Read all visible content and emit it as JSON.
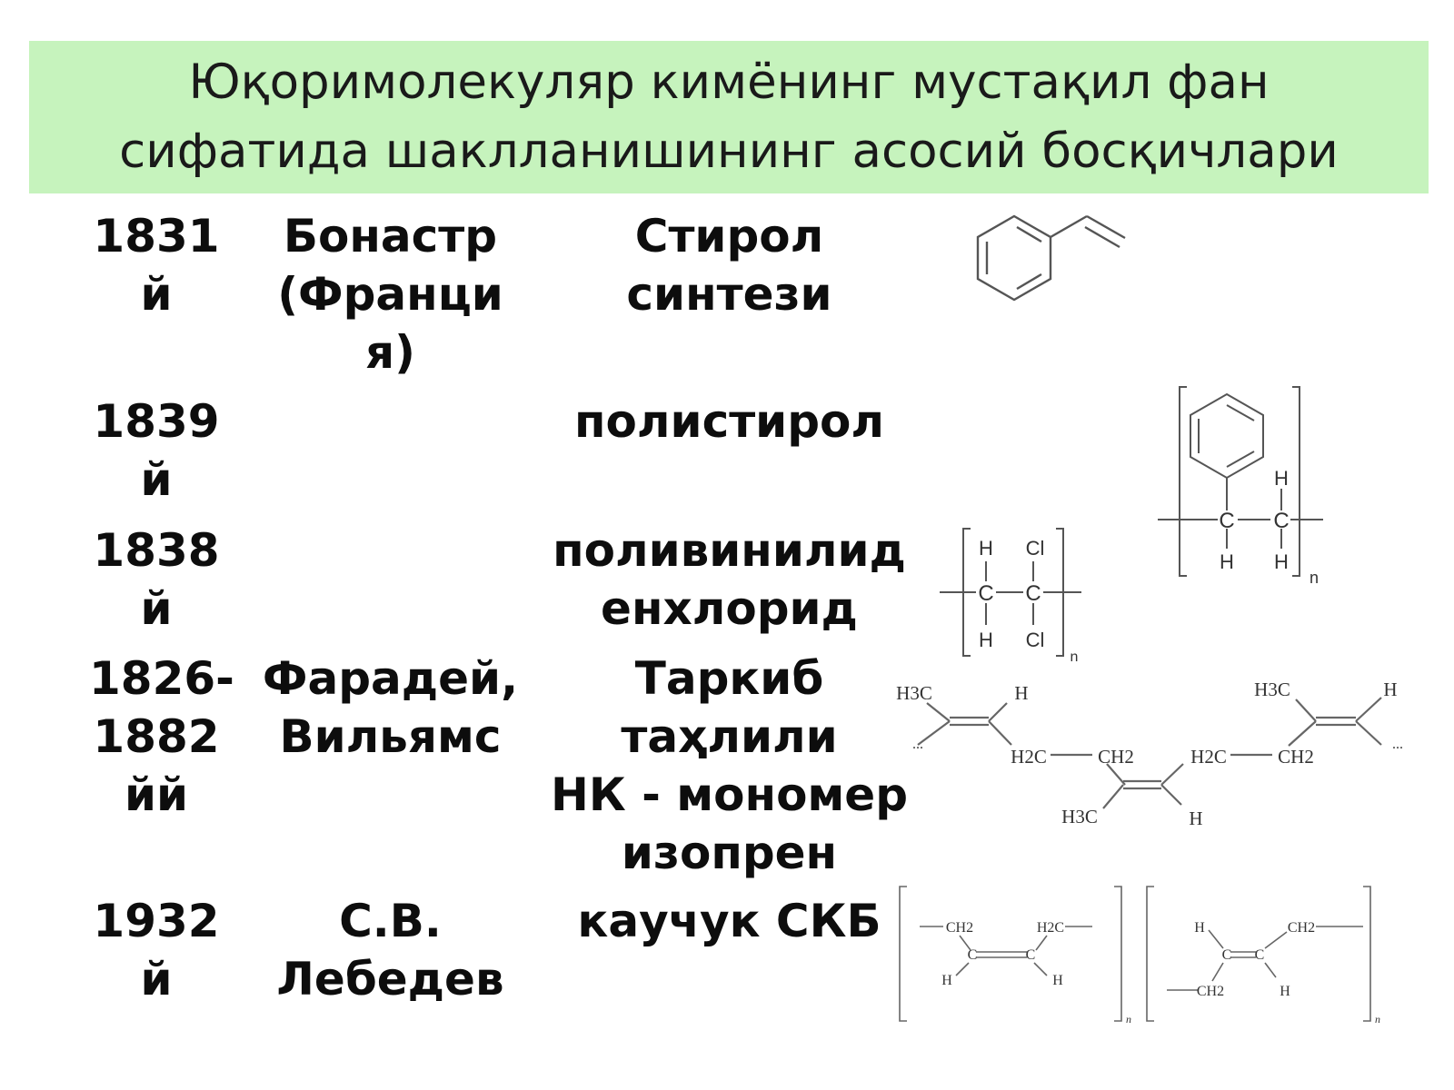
{
  "title": {
    "line1": "Юқоримолекуляр кимёнинг мустақил фан",
    "line2": "сифатида шаклланишининг асосий босқичлари"
  },
  "rows": [
    {
      "year": [
        "1831",
        "й"
      ],
      "person": [
        "Бонастр",
        "(Франци",
        "я)"
      ],
      "event": [
        "Стирол",
        "синтези"
      ]
    },
    {
      "year": [
        "1839",
        "й"
      ],
      "person": [],
      "event": [
        "полистирол"
      ]
    },
    {
      "year": [
        "1838",
        "й"
      ],
      "person": [],
      "event": [
        "поливинилид",
        "енхлорид"
      ]
    },
    {
      "year": [
        "1826-",
        "1882",
        "йй"
      ],
      "person": [
        "Фарадей,",
        "Вильямс"
      ],
      "event": [
        "Таркиб",
        "таҳлили",
        "НК - мономер",
        "изопрен"
      ]
    },
    {
      "year": [
        "1932",
        "й"
      ],
      "person": [
        "С.В.",
        "Лебедев"
      ],
      "event": [
        "каучук СКБ"
      ]
    }
  ],
  "formulas": {
    "atom_h": "H",
    "atom_c": "C",
    "atom_cl": "Cl",
    "subscript_n": "n",
    "h3c": "H3C",
    "h2c": "H2C",
    "ch2": "CH2",
    "ellipsis": "..."
  },
  "colors": {
    "title_background": "#c6f3bd",
    "formula_stroke": "#555555"
  }
}
